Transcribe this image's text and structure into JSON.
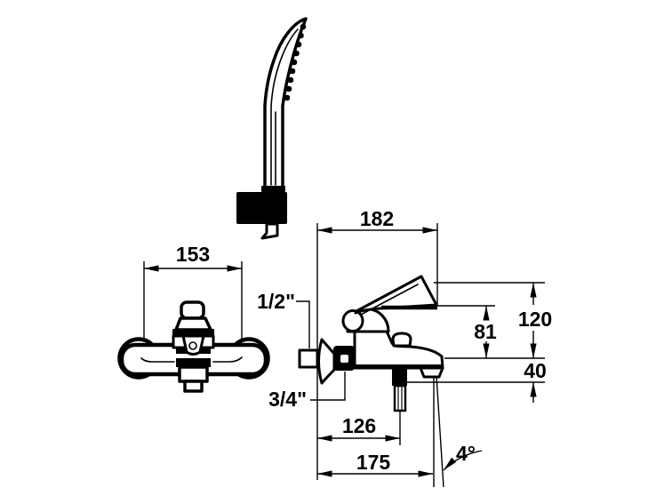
{
  "page": {
    "background": "#ffffff",
    "ink": "#000000"
  },
  "drawing": {
    "labels": {
      "front_width": "153",
      "depth": "182",
      "inlet_size": "1/2\"",
      "outlet_size": "3/4\"",
      "height_overall": "120",
      "height_to_handle": "81",
      "height_below_body": "40",
      "hose_offset": "126",
      "spout_reach": "175",
      "spout_angle": "4°"
    }
  }
}
